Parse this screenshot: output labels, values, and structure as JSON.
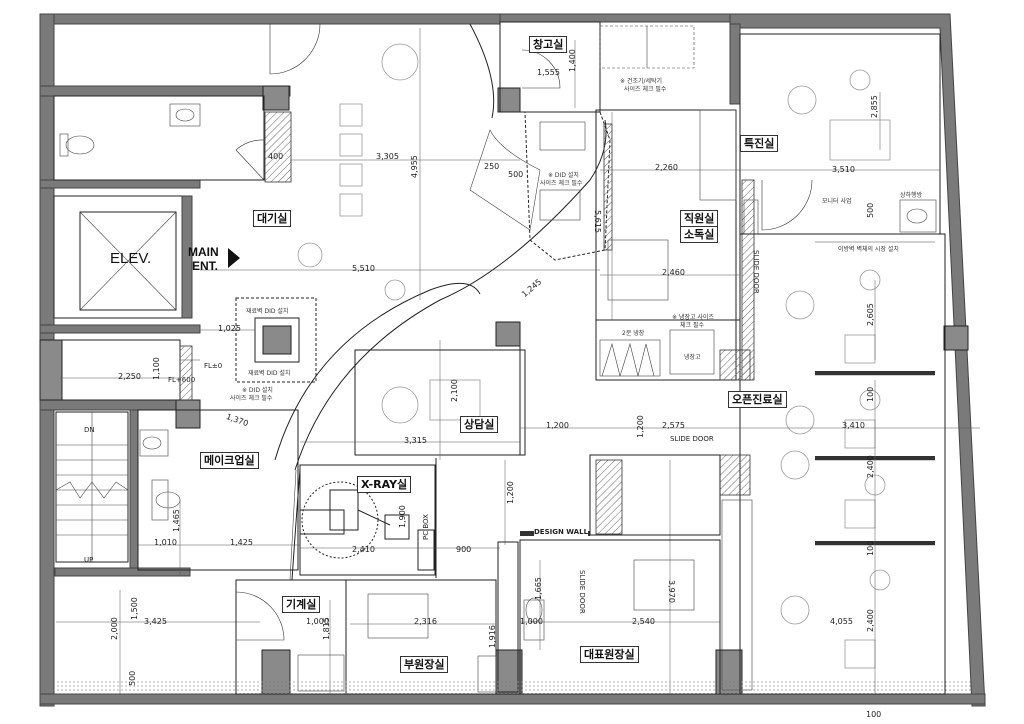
{
  "rooms": {
    "warehouse": "창고실",
    "xray_room": "X-RAY실",
    "waiting": "대기실",
    "consult": "상담실",
    "makeup": "메이크업실",
    "machine": "기계실",
    "vice_director": "부원장실",
    "director": "대표원장실",
    "open_clinic": "오픈진료실",
    "staff1": "직원실",
    "staff2": "소독실",
    "special": "특진실"
  },
  "labels": {
    "elev": "ELEV.",
    "main_ent_1": "MAIN",
    "main_ent_2": "ENT.",
    "design_wall": "DESIGN WALL",
    "slide_door_1": "SLIDE DOOR",
    "slide_door_2": "SLIDE DOOR",
    "slide_door_3": "SLIDE DOOR",
    "dn": "DN",
    "up": "UP",
    "fl0": "FL±0",
    "fl600": "FL+600",
    "pc_box": "PC BOX"
  },
  "notes": {
    "did_1": "※ DID 설치",
    "did_1b": "사이즈 체크 필수",
    "did_2": "※ DID 설치",
    "did_2b": "사이즈 체크 필수",
    "dryer_1": "※ 건조기/세탁기",
    "dryer_2": "사이즈 체크 필수",
    "fridge_1": "※ 냉장고 사이즈",
    "fridge_2": "체크 필수",
    "wall_did_1": "재료벽 DID 설치",
    "wall_did_2": "재료벽 DID 설치",
    "monitor": "모니터 사업",
    "sink": "상하행방",
    "bench": "이방벽 벽체의 시장 설치",
    "fridge_small": "냉장고",
    "twin_fridge": "2문 냉장"
  },
  "dimensions": {
    "d1": "1,555",
    "d2": "1,400",
    "d3": "3,305",
    "d4": "4,955",
    "d5": "400",
    "d6": "250",
    "d7": "500",
    "d8": "5,615",
    "d9": "2,260",
    "d10": "3,510",
    "d11": "2,855",
    "d12": "500",
    "d13": "5,510",
    "d14": "1,245",
    "d15": "2,460",
    "d16": "2,605",
    "d17": "1,025",
    "d18": "2,250",
    "d19": "1,100",
    "d20": "1,370",
    "d21": "2,100",
    "d22": "3,315",
    "d23": "1,200",
    "d24": "1,200",
    "d25": "2,575",
    "d26": "3,410",
    "d27": "100",
    "d28": "100",
    "d29": "2,400",
    "d30": "1,465",
    "d31": "1,010",
    "d32": "1,425",
    "d33": "2,410",
    "d34": "1,900",
    "d35": "900",
    "d36": "1,200",
    "d37": "3,970",
    "d38": "1,665",
    "d39": "2,540",
    "d40": "1,500",
    "d41": "3,425",
    "d42": "2,000",
    "d43": "1,000",
    "d44": "1,815",
    "d45": "2,316",
    "d46": "1,916",
    "d47": "1,000",
    "d48": "4,055",
    "d49": "2,400",
    "d50": "500",
    "d51": "100"
  }
}
